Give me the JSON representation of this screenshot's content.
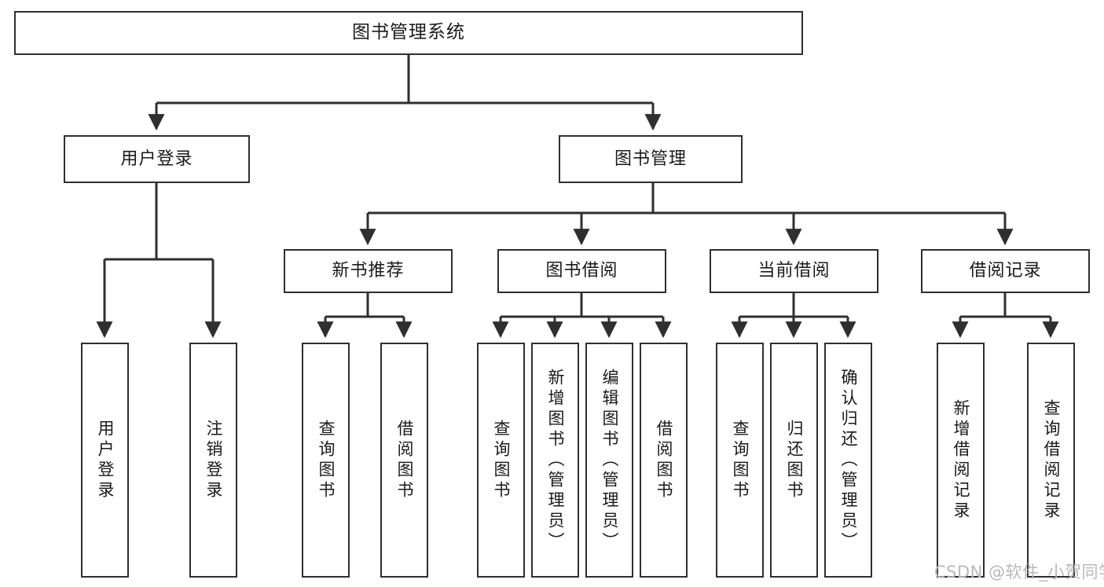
{
  "diagram": {
    "type": "tree",
    "title": "图书管理系统",
    "watermark": "CSDN @软件_小贺同学",
    "colors": {
      "border": "#2f2f2f",
      "background": "#ffffff",
      "text": "#1a1a1a",
      "edge": "#2f2f2f",
      "watermark": "#b9b9b9"
    },
    "nodes": {
      "root": {
        "label": "图书管理系统"
      },
      "level2": [
        {
          "label": "用户登录"
        },
        {
          "label": "图书管理"
        }
      ],
      "level3": [
        {
          "label": "新书推荐"
        },
        {
          "label": "图书借阅"
        },
        {
          "label": "当前借阅"
        },
        {
          "label": "借阅记录"
        }
      ],
      "leaves_user_login": [
        {
          "label": "用户登录"
        },
        {
          "label": "注销登录"
        }
      ],
      "leaves_new_book": [
        {
          "label": "查询图书"
        },
        {
          "label": "借阅图书"
        }
      ],
      "leaves_borrow": [
        {
          "label": "查询图书"
        },
        {
          "label": "新增图书（管理员）"
        },
        {
          "label": "编辑图书（管理员）"
        },
        {
          "label": "借阅图书"
        }
      ],
      "leaves_current": [
        {
          "label": "查询图书"
        },
        {
          "label": "归还图书"
        },
        {
          "label": "确认归还（管理员）"
        }
      ],
      "leaves_records": [
        {
          "label": "新增借阅记录"
        },
        {
          "label": "查询借阅记录"
        }
      ]
    }
  }
}
